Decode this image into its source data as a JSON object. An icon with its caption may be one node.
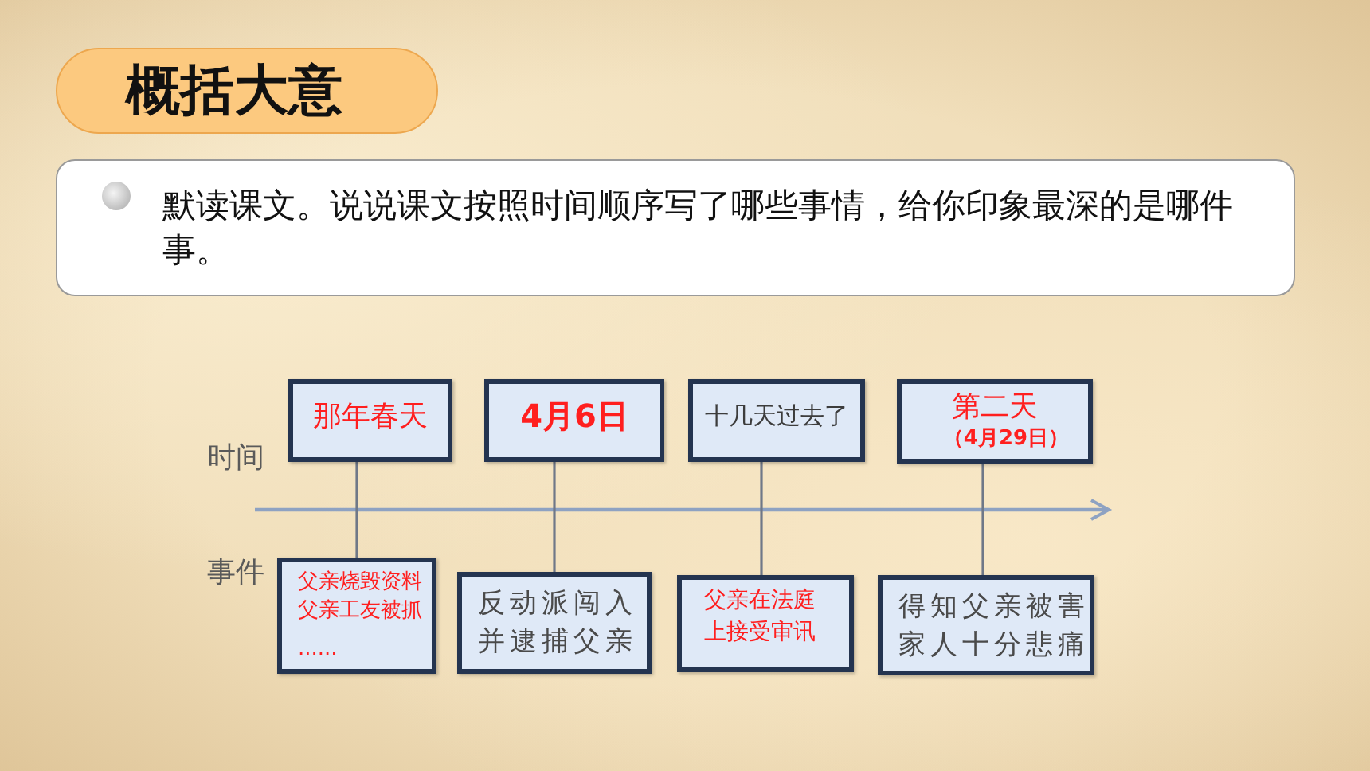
{
  "diagram": {
    "nodes": [
      {
        "text": [
          "概括大意"
        ]
      },
      {
        "text": [
          "默读课文。说说课文按照时间顺序写了哪些事情，给你印象最深的是哪件事。"
        ]
      },
      {
        "text": [
          "那年春天"
        ]
      },
      {
        "text": [
          "4月6日"
        ]
      },
      {
        "text": [
          "十几天过去了"
        ]
      },
      {
        "text": [
          "第二天",
          "（4月29日）"
        ]
      },
      {
        "text": [
          "父亲烧毁资料",
          "父亲工友被抓",
          "......"
        ]
      },
      {
        "text": [
          "反动派闯入并逮捕父亲"
        ]
      },
      {
        "text": [
          "父亲在法庭上接受审讯"
        ]
      },
      {
        "text": [
          "得知父亲被害家人十分悲痛"
        ]
      }
    ],
    "edges": [
      {
        "from": 2,
        "to": 6,
        "arrow": "none"
      },
      {
        "from": 3,
        "to": 7,
        "arrow": "none"
      },
      {
        "from": 4,
        "to": 8,
        "arrow": "none"
      },
      {
        "from": 5,
        "to": 9,
        "arrow": "none"
      }
    ],
    "labels": [
      "时间",
      "事件"
    ]
  }
}
